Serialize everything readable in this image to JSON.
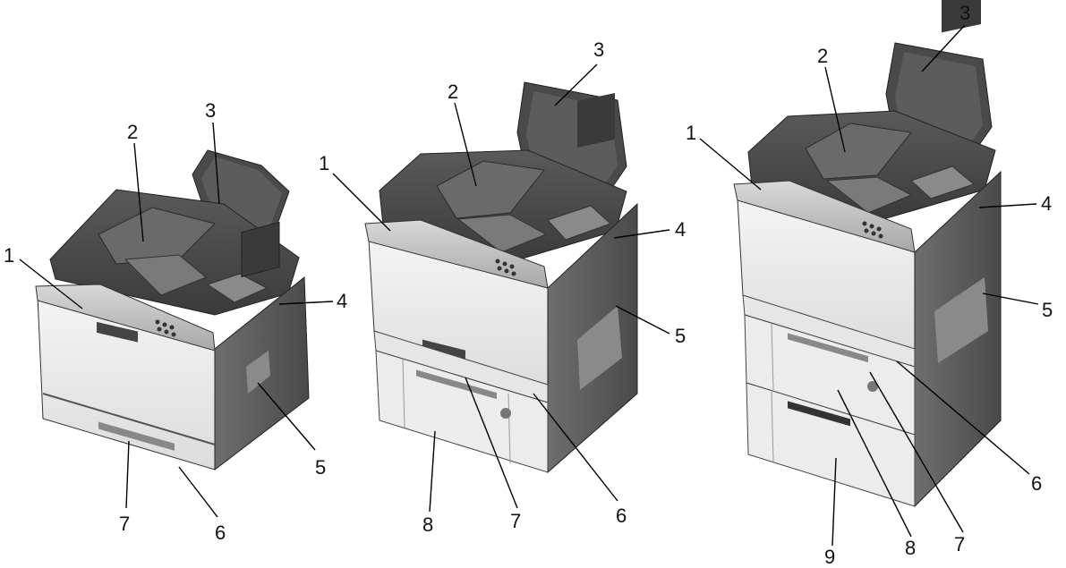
{
  "figure": {
    "models": [
      {
        "id": "model-a",
        "callouts": [
          "1",
          "2",
          "3",
          "4",
          "5",
          "6",
          "7"
        ]
      },
      {
        "id": "model-b",
        "callouts": [
          "1",
          "2",
          "3",
          "4",
          "5",
          "6",
          "7",
          "8"
        ]
      },
      {
        "id": "model-c",
        "callouts": [
          "1",
          "2",
          "3",
          "4",
          "5",
          "6",
          "7",
          "8",
          "9"
        ]
      }
    ]
  }
}
